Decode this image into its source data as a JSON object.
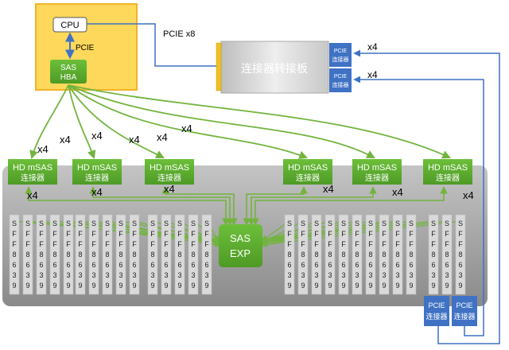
{
  "host": {
    "cpu_label": "CPU",
    "pcie_label": "PCIE",
    "hba_label_1": "SAS",
    "hba_label_2": "HBA",
    "uplink_label": "PCIE x8"
  },
  "adapter": {
    "label": "连接器转接板",
    "pcie_connector_top": [
      "PCIE",
      "连接器"
    ],
    "pcie_connector_bottom": [
      "PCIE",
      "连接器"
    ],
    "link_top_label": "x4",
    "link_bottom_label": "x4"
  },
  "hba_links": {
    "labels": [
      "x4",
      "x4",
      "x4",
      "x4",
      "x4",
      "x4"
    ]
  },
  "mini_sas_connectors": [
    {
      "line1": "HD mSAS",
      "line2": "连接器",
      "link_label": "x4"
    },
    {
      "line1": "HD mSAS",
      "line2": "连接器",
      "link_label": "x4"
    },
    {
      "line1": "HD mSAS",
      "line2": "连接器",
      "link_label": "x4"
    },
    {
      "line1": "HD mSAS",
      "line2": "连接器",
      "link_label": "x4"
    },
    {
      "line1": "HD mSAS",
      "line2": "连接器",
      "link_label": "x4"
    },
    {
      "line1": "HD mSAS",
      "line2": "连接器",
      "link_label": "x4"
    }
  ],
  "expander": {
    "line1": "SAS",
    "line2": "EXP"
  },
  "drive_slot_text": [
    "S",
    "F",
    "F",
    "8",
    "6",
    "3",
    "9"
  ],
  "drive_slot_count": 28,
  "pcie_connectors_bottom": [
    {
      "line1": "PCIE",
      "line2": "连接器"
    },
    {
      "line1": "PCIE",
      "line2": "连接器"
    }
  ],
  "colors": {
    "green": "#5aa82a",
    "green_line": "#72b43e",
    "blue": "#3f72c4",
    "host_fill": "#fdd85a",
    "host_border": "#f0b429",
    "backplane": "#9c9c9c"
  }
}
